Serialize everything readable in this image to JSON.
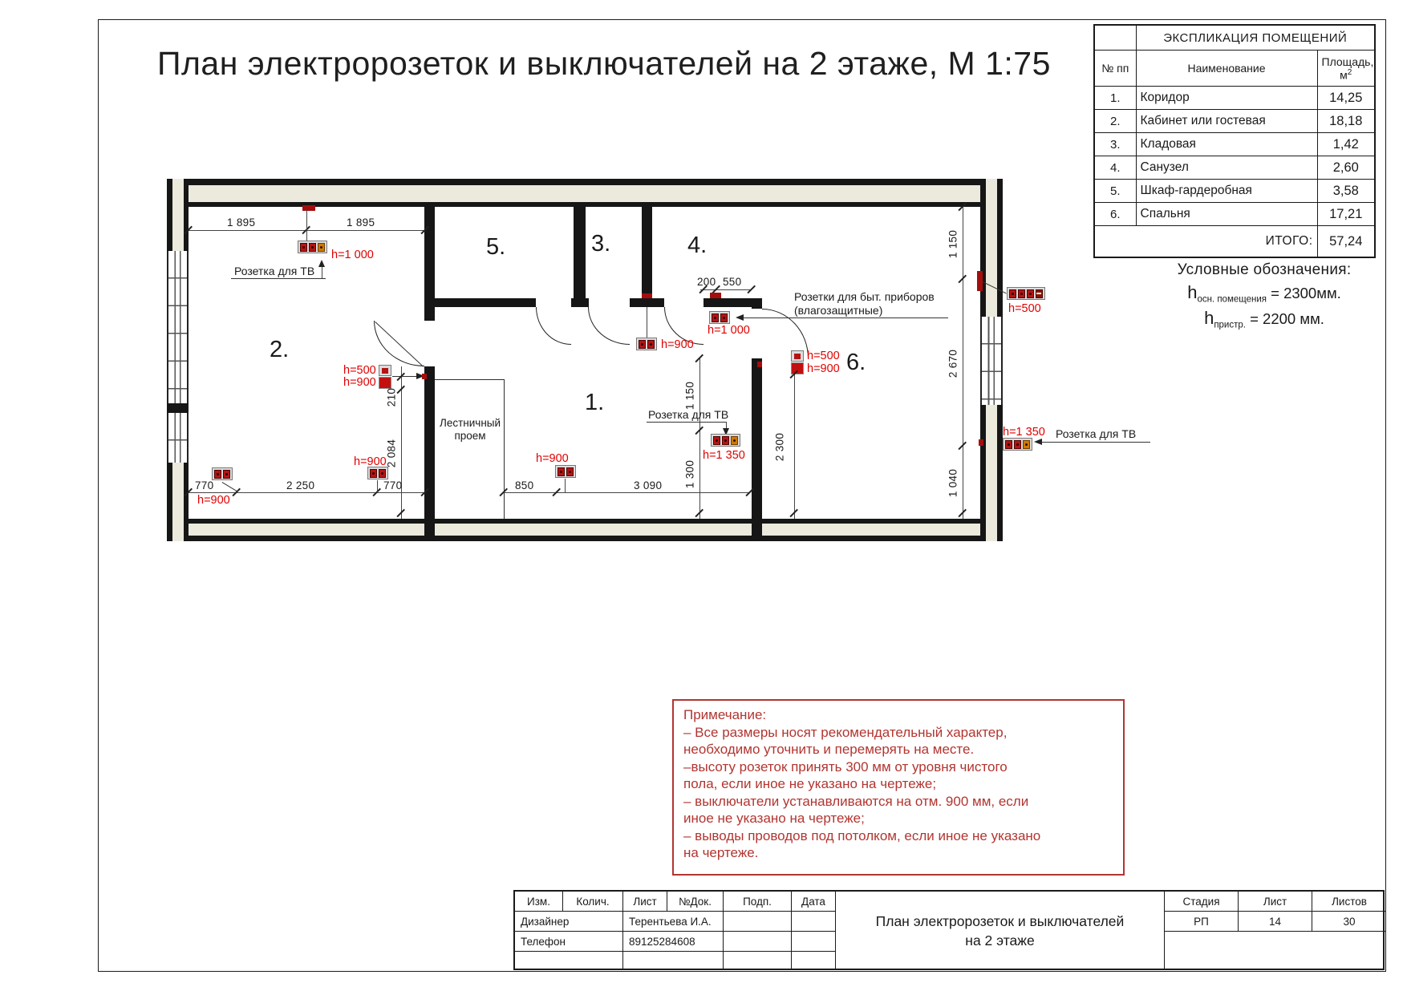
{
  "page": {
    "title": "План электророзеток и выключателей на 2 этаже, М 1:75"
  },
  "explication": {
    "title": "ЭКСПЛИКАЦИЯ ПОМЕЩЕНИЙ",
    "headers": {
      "num": "№ пп",
      "name": "Наименование",
      "area_line1": "Площадь,",
      "area_unit": "м",
      "area_sup": "2"
    },
    "rows": [
      {
        "num": "1.",
        "name": "Коридор",
        "area": "14,25"
      },
      {
        "num": "2.",
        "name": "Кабинет или гостевая",
        "area": "18,18"
      },
      {
        "num": "3.",
        "name": "Кладовая",
        "area": "1,42"
      },
      {
        "num": "4.",
        "name": "Санузел",
        "area": "2,60"
      },
      {
        "num": "5.",
        "name": "Шкаф-гардеробная",
        "area": "3,58"
      },
      {
        "num": "6.",
        "name": "Спальня",
        "area": "17,21"
      }
    ],
    "total_label": "ИТОГО:",
    "total_value": "57,24"
  },
  "legend": {
    "title": "Условные обозначения:",
    "h_symbol": "h",
    "line1_sub": "осн. помещения",
    "line1_value": " = 2300мм.",
    "line2_sub": "пристр.",
    "line2_value": " = 2200 мм."
  },
  "note": {
    "title": "Примечание:",
    "lines": [
      "– Все размеры носят рекомендательный характер,",
      "необходимо уточнить и перемерять на месте.",
      "–высоту розеток принять 300 мм от уровня чистого",
      "пола, если иное не указано на чертеже;",
      "– выключатели устанавливаются на отм. 900 мм, если",
      "иное не указано на чертеже;",
      "– выводы проводов под потолком, если иное не указано",
      "на чертеже."
    ]
  },
  "plan": {
    "rooms": {
      "r1": "1.",
      "r2": "2.",
      "r3": "3.",
      "r4": "4.",
      "r5": "5.",
      "r6": "6."
    },
    "stair": {
      "l1": "Лестничный",
      "l2": "проем"
    },
    "labels": {
      "tv_top": "Розетка для ТВ",
      "tv_mid": "Розетка для ТВ",
      "tv_right": "Розетка для ТВ",
      "app1": "Розетки для быт. приборов",
      "app2": "(влагозащитные)"
    },
    "heights": {
      "tv_top": "h=1 000",
      "sw_500": "h=500",
      "sw_900": "h=900",
      "r2_bl": "h=900",
      "r2_br": "h=900",
      "hall": "h=900",
      "t_piece": "h=900",
      "bath": "h=1 000",
      "r6_500": "h=500",
      "r6_900": "h=900",
      "tv_mid": "h=1 350",
      "ext_500": "h=500",
      "ext_tv": "h=1 350"
    },
    "dims": {
      "top_a": "1 895",
      "top_b": "1 895",
      "left_210": "210",
      "left_2084": "2 084",
      "bot_770a": "770",
      "bot_2250": "2 250",
      "bot_770b": "770",
      "bot_850": "850",
      "bot_3090": "3 090",
      "mid_1150": "1 150",
      "mid_1300": "1 300",
      "mid_2300": "2 300",
      "bath_200": "200",
      "bath_550": "550",
      "right_1150": "1 150",
      "right_2670": "2 670",
      "right_1040": "1 040"
    }
  },
  "stamp": {
    "h_izm": "Изм.",
    "h_kol": "Колич.",
    "h_list": "Лист",
    "h_doc": "№Док.",
    "h_podp": "Подп.",
    "h_data": "Дата",
    "designer_label": "Дизайнер",
    "designer_value": "Терентьева И.А.",
    "phone_label": "Телефон",
    "phone_value": "89125284608",
    "doc1": "План электророзеток и выключателей",
    "doc2": "на 2 этаже",
    "h_stage": "Стадия",
    "h_sheet": "Лист",
    "h_sheets": "Листов",
    "stage": "РП",
    "sheet": "14",
    "sheets": "30"
  },
  "colors": {
    "annotation_red": "#e00000",
    "socket_dark": "#8c0f0f",
    "socket_bright": "#b51414",
    "tv_cell_orange": "#d07800",
    "note_red": "#b23530",
    "wall_black": "#161616",
    "wall_fill_beige": "#ece9dd"
  }
}
